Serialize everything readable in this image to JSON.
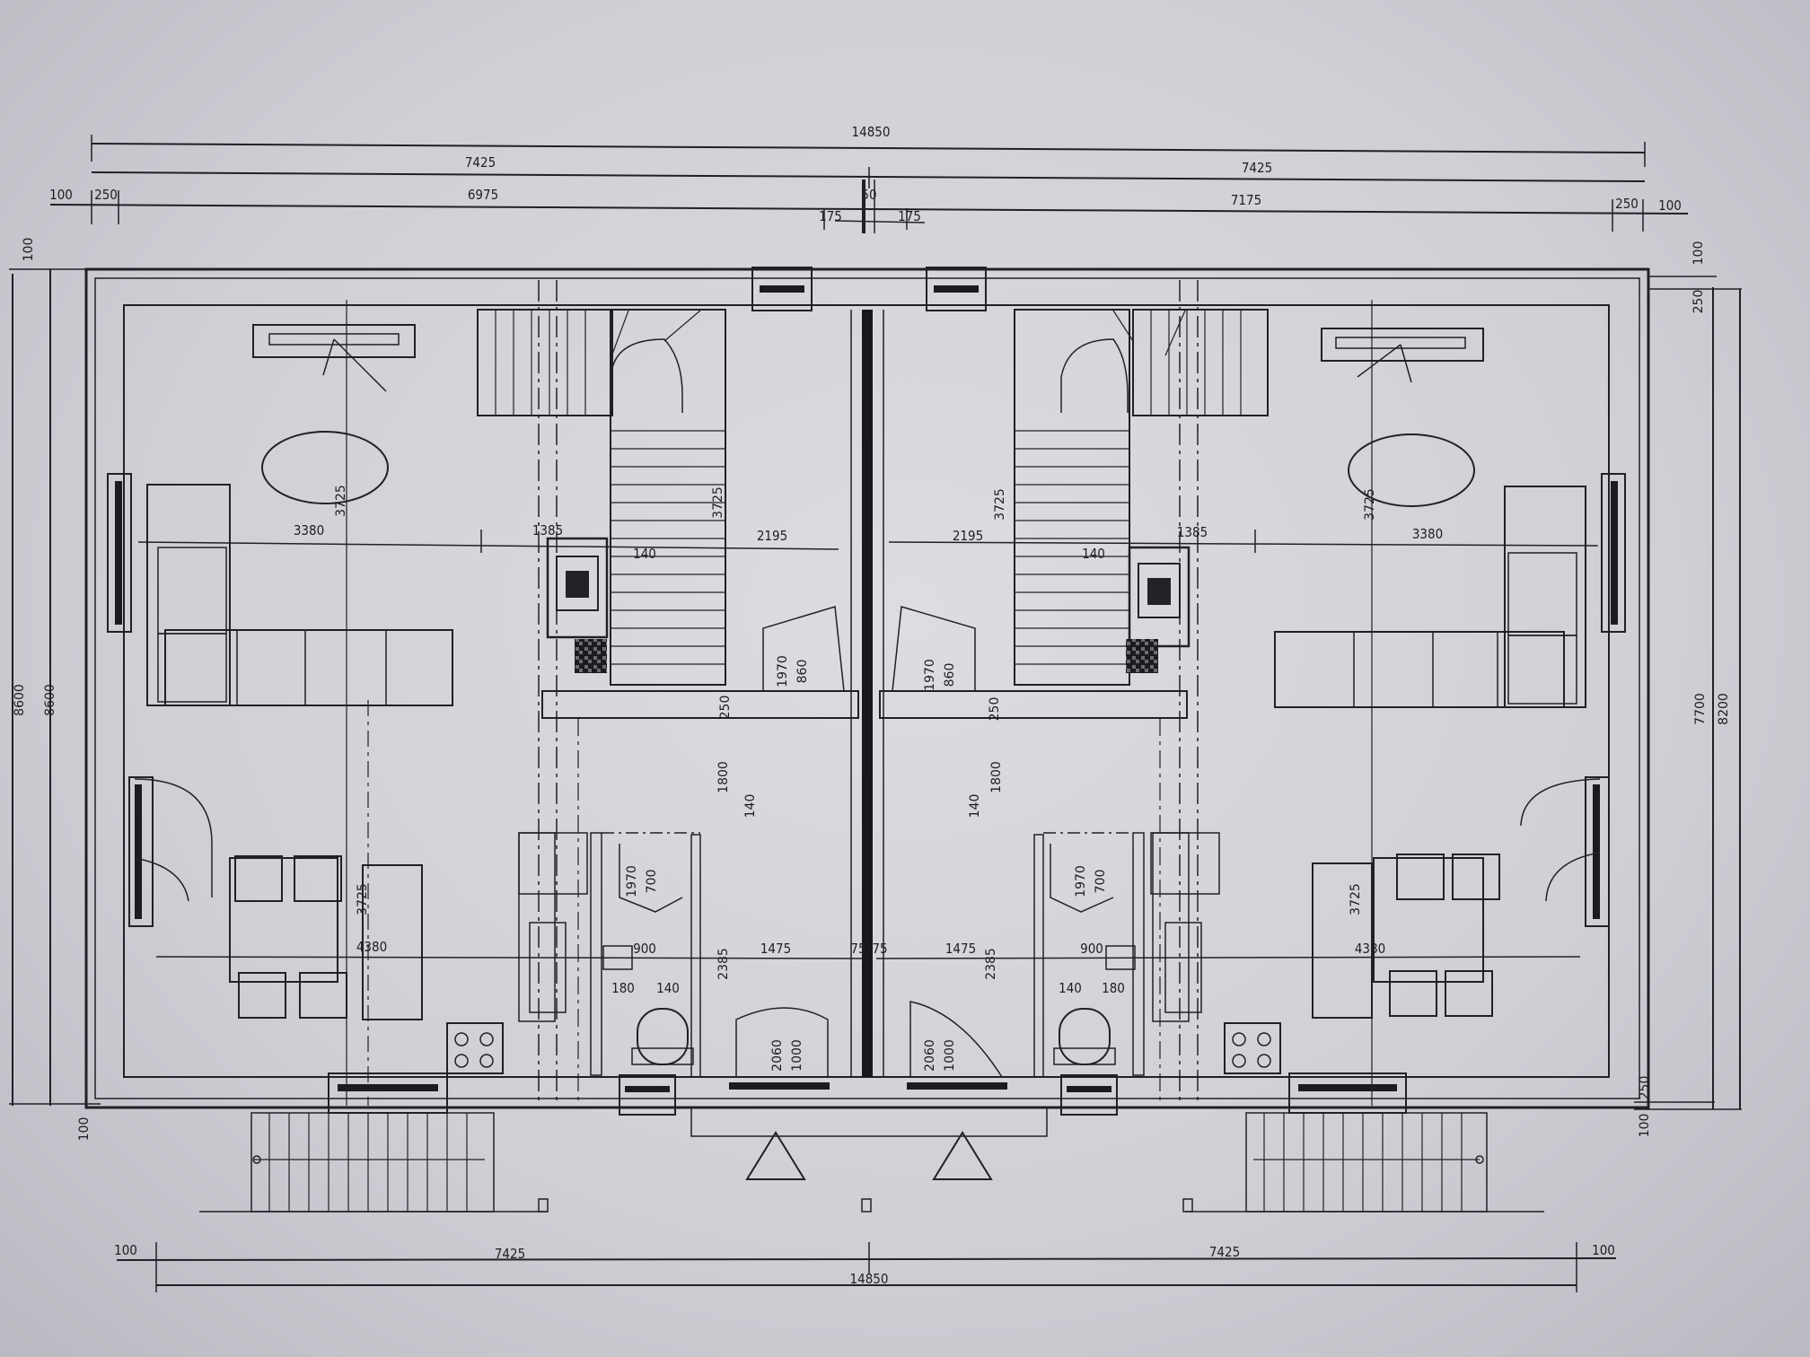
{
  "drawing": {
    "top_dims": {
      "overall": "14850",
      "left_half": "7425",
      "right_half": "7425",
      "edge_left": "100",
      "wall_left": "250",
      "inner_left": "6975",
      "party_wall": "50",
      "party_left": "175",
      "party_right": "175",
      "inner_right": "7175",
      "wall_right": "250",
      "edge_right": "100"
    },
    "bottom_dims": {
      "edge_left": "100",
      "left_half": "7425",
      "right_half": "7425",
      "edge_right": "100",
      "overall": "14850"
    },
    "left_dims": {
      "top": "100",
      "outer": "8600",
      "inner": "8600",
      "bottom": "100"
    },
    "right_dims": {
      "top": "100",
      "wall_top": "250",
      "inner": "7700",
      "outer": "8200",
      "wall_bottom": "250",
      "bottom": "100"
    },
    "room_dims": {
      "living_w_l": "3380",
      "living_h_l": "3725",
      "stair_l": "1385",
      "stair_off_l": "140",
      "hall_w_l": "2195",
      "stair_h_l": "3725",
      "door_w_l": "1970",
      "door_h_l": "860",
      "wall_l": "250",
      "hall_h_l": "1800",
      "wall140_l": "140",
      "kitchen_h_l": "3725",
      "kitchen_w_l": "4380",
      "wc_door_l": "1970",
      "wc_door_h_l": "700",
      "wc_w_l": "900",
      "wc_off_l": "180",
      "wc_wall_l": "140",
      "entry_h_l": "2385",
      "entry_w_l": "1475",
      "front_door_l": "2060",
      "front_door_w_l": "1000",
      "mid_l": "75",
      "mid_r": "75",
      "living_w_r": "3380",
      "living_h_r": "3725",
      "stair_r": "1385",
      "stair_off_r": "140",
      "hall_w_r": "2195",
      "stair_h_r": "3725",
      "door_w_r": "1970",
      "door_h_r": "860",
      "wall_r": "250",
      "hall_h_r": "1800",
      "wall140_r": "140",
      "kitchen_h_r": "3725",
      "kitchen_w_r": "4380",
      "wc_door_r": "1970",
      "wc_door_h_r": "700",
      "wc_w_r": "900",
      "wc_off_r": "180",
      "wc_wall_r": "140",
      "entry_h_r": "2385",
      "entry_w_r": "1475",
      "front_door_r": "2060",
      "front_door_w_r": "1000"
    }
  },
  "colors": {
    "line": "#202026",
    "paper": "#d6d7dc"
  }
}
